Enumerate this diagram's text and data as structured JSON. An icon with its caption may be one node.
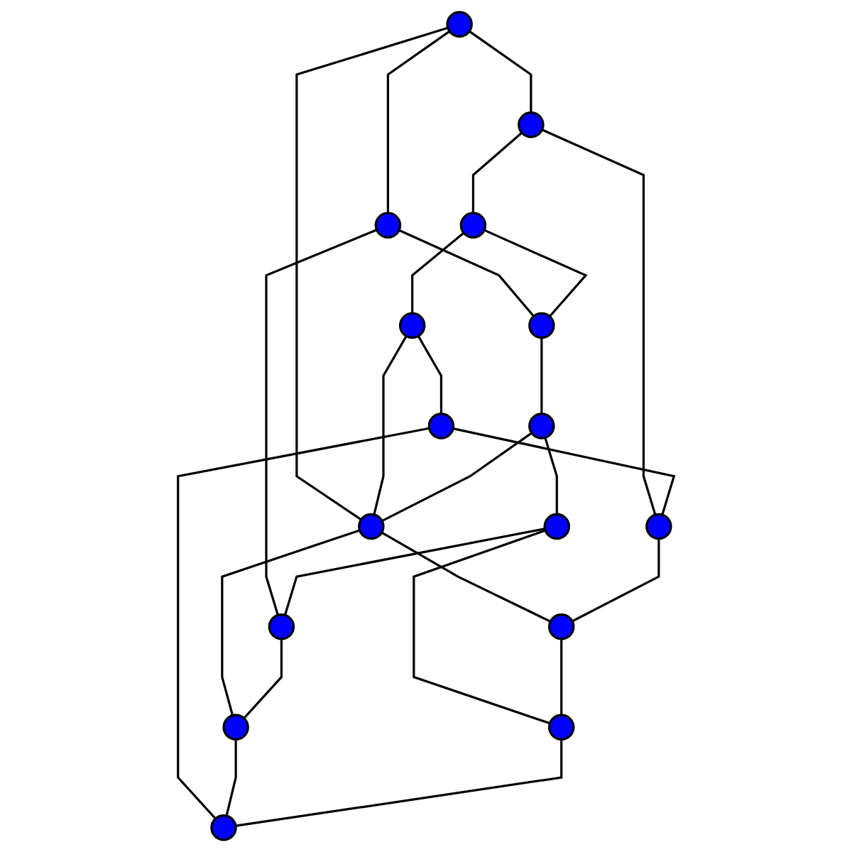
{
  "diagram": {
    "nodes": [
      {
        "text": [],
        "shape": "circle"
      },
      {
        "text": [],
        "shape": "circle"
      },
      {
        "text": [],
        "shape": "circle"
      },
      {
        "text": [],
        "shape": "circle"
      },
      {
        "text": [],
        "shape": "circle"
      },
      {
        "text": [],
        "shape": "circle"
      },
      {
        "text": [],
        "shape": "circle"
      },
      {
        "text": [],
        "shape": "circle"
      },
      {
        "text": [],
        "shape": "circle"
      },
      {
        "text": [],
        "shape": "circle"
      },
      {
        "text": [],
        "shape": "circle"
      },
      {
        "text": [],
        "shape": "circle"
      },
      {
        "text": [],
        "shape": "circle"
      },
      {
        "text": [],
        "shape": "circle"
      },
      {
        "text": [],
        "shape": "circle"
      },
      {
        "text": [],
        "shape": "circle"
      }
    ],
    "edges": [
      {
        "from": 0,
        "to": 1,
        "arrow": "none"
      },
      {
        "from": 0,
        "to": 2,
        "arrow": "none"
      },
      {
        "from": 0,
        "to": 7,
        "arrow": "none"
      },
      {
        "from": 1,
        "to": 3,
        "arrow": "none"
      },
      {
        "from": 1,
        "to": 10,
        "arrow": "none"
      },
      {
        "from": 2,
        "to": 4,
        "arrow": "none"
      },
      {
        "from": 2,
        "to": 11,
        "arrow": "none"
      },
      {
        "from": 3,
        "to": 4,
        "arrow": "none"
      },
      {
        "from": 3,
        "to": 5,
        "arrow": "none"
      },
      {
        "from": 4,
        "to": 6,
        "arrow": "none"
      },
      {
        "from": 5,
        "to": 7,
        "arrow": "none"
      },
      {
        "from": 5,
        "to": 8,
        "arrow": "none"
      },
      {
        "from": 6,
        "to": 7,
        "arrow": "none"
      },
      {
        "from": 6,
        "to": 9,
        "arrow": "none"
      },
      {
        "from": 7,
        "to": 12,
        "arrow": "none"
      },
      {
        "from": 7,
        "to": 13,
        "arrow": "none"
      },
      {
        "from": 8,
        "to": 10,
        "arrow": "none"
      },
      {
        "from": 8,
        "to": 15,
        "arrow": "none"
      },
      {
        "from": 9,
        "to": 11,
        "arrow": "none"
      },
      {
        "from": 9,
        "to": 14,
        "arrow": "none"
      },
      {
        "from": 10,
        "to": 12,
        "arrow": "none"
      },
      {
        "from": 11,
        "to": 13,
        "arrow": "none"
      },
      {
        "from": 12,
        "to": 14,
        "arrow": "none"
      },
      {
        "from": 13,
        "to": 15,
        "arrow": "none"
      },
      {
        "from": 14,
        "to": 15,
        "arrow": "none"
      }
    ]
  }
}
